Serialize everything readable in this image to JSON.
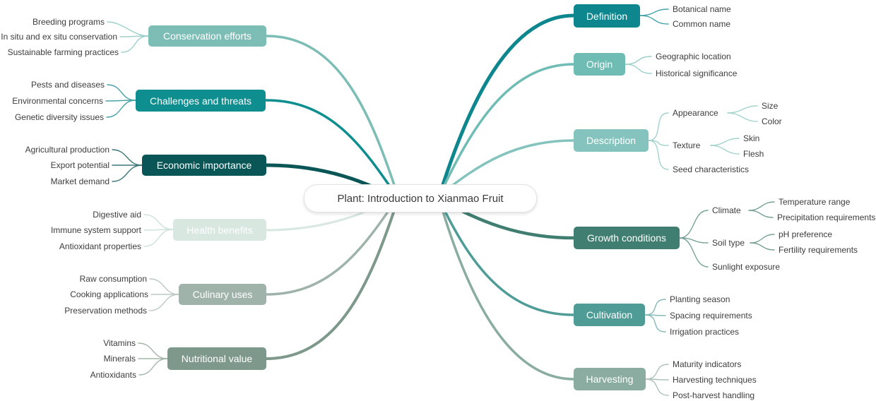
{
  "root": {
    "label": "Plant: Introduction to Xianmao Fruit"
  },
  "palette": {
    "conservation": "#7cbdb5",
    "challenges": "#0e8e8e",
    "economic": "#0a5656",
    "health": "#d9e7e1",
    "culinary": "#9fb3ab",
    "nutritional": "#7e998c",
    "definition": "#0e868d",
    "origin": "#6fbcb4",
    "description": "#85c4be",
    "growth": "#3f7e71",
    "cultivation": "#4f9c97",
    "harvesting": "#8bada1"
  },
  "left_branches": [
    {
      "label": "Conservation efforts",
      "color": "#7cbdb5",
      "children": [
        "Breeding programs",
        "In situ and ex situ conservation",
        "Sustainable farming practices"
      ]
    },
    {
      "label": "Challenges and threats",
      "color": "#0e8e8e",
      "children": [
        "Pests and diseases",
        "Environmental concerns",
        "Genetic diversity issues"
      ]
    },
    {
      "label": "Economic importance",
      "color": "#0a5656",
      "children": [
        "Agricultural production",
        "Export potential",
        "Market demand"
      ]
    },
    {
      "label": "Health benefits",
      "color": "#d9e7e1",
      "children": [
        "Digestive aid",
        "Immune system support",
        "Antioxidant properties"
      ]
    },
    {
      "label": "Culinary uses",
      "color": "#9fb3ab",
      "children": [
        "Raw consumption",
        "Cooking applications",
        "Preservation methods"
      ]
    },
    {
      "label": "Nutritional value",
      "color": "#7e998c",
      "children": [
        "Vitamins",
        "Minerals",
        "Antioxidants"
      ]
    }
  ],
  "right_branches": [
    {
      "label": "Definition",
      "color": "#0e868d",
      "children": [
        "Botanical name",
        "Common name"
      ]
    },
    {
      "label": "Origin",
      "color": "#6fbcb4",
      "children": [
        "Geographic location",
        "Historical significance"
      ]
    },
    {
      "label": "Description",
      "color": "#85c4be",
      "children": [
        {
          "label": "Appearance",
          "children": [
            "Size",
            "Color"
          ]
        },
        {
          "label": "Texture",
          "children": [
            "Skin",
            "Flesh"
          ]
        },
        {
          "label": "Seed characteristics",
          "children": []
        }
      ]
    },
    {
      "label": "Growth conditions",
      "color": "#3f7e71",
      "children": [
        {
          "label": "Climate",
          "children": [
            "Temperature range",
            "Precipitation requirements"
          ]
        },
        {
          "label": "Soil type",
          "children": [
            "pH preference",
            "Fertility requirements"
          ]
        },
        {
          "label": "Sunlight exposure",
          "children": []
        }
      ]
    },
    {
      "label": "Cultivation",
      "color": "#4f9c97",
      "children": [
        "Planting season",
        "Spacing requirements",
        "Irrigation practices"
      ]
    },
    {
      "label": "Harvesting",
      "color": "#8bada1",
      "children": [
        "Maturity indicators",
        "Harvesting techniques",
        "Post-harvest handling"
      ]
    }
  ]
}
